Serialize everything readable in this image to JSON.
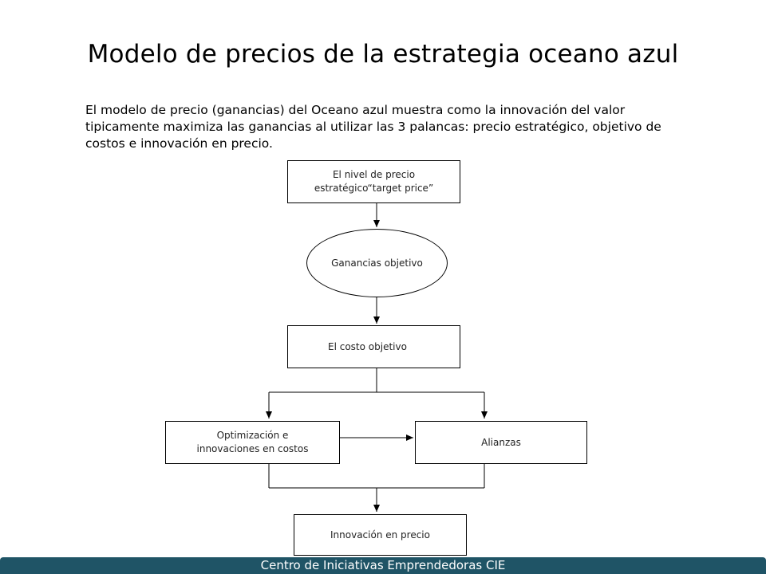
{
  "slide": {
    "title": "Modelo de precios de la estrategia oceano azul",
    "intro": "El modelo de precio (ganancias) del Oceano azul muestra como la innovación del valor tipicamente maximiza las ganancias al utilizar las 3 palancas: precio estratégico, objetivo de costos e innovación en precio.",
    "footer": "Centro de Iniciativas Emprendedoras CIE"
  },
  "diagram": {
    "nodes": {
      "target_price": "El  nivel de precio estratégico“target price”",
      "target_profit": "Ganancias objetivo",
      "target_cost": "El costo objetivo",
      "optimization": "Optimización e innovaciones en costos",
      "alliances": "Alianzas",
      "price_innovation": "Innovación en precio"
    }
  },
  "colors": {
    "footer_bg": "#1f5466",
    "footer_text": "#ffffff",
    "lines": "#000000"
  }
}
